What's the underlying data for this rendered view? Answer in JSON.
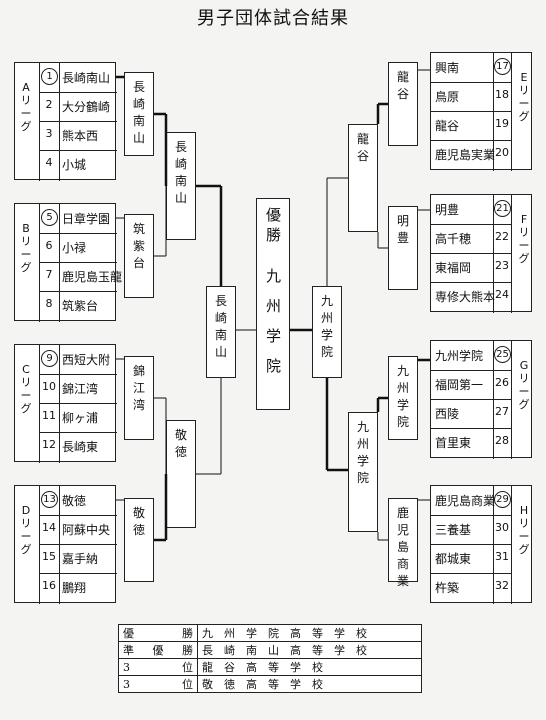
{
  "title": "男子団体試合結果",
  "leagues": [
    {
      "label": "Aリーグ",
      "teams": [
        {
          "n": "1",
          "name": "長崎南山",
          "win": true
        },
        {
          "n": "2",
          "name": "大分鶴崎"
        },
        {
          "n": "3",
          "name": "熊本西"
        },
        {
          "n": "4",
          "name": "小城"
        }
      ]
    },
    {
      "label": "Bリーグ",
      "teams": [
        {
          "n": "5",
          "name": "日章学園",
          "win": true
        },
        {
          "n": "6",
          "name": "小禄"
        },
        {
          "n": "7",
          "name": "鹿児島玉龍"
        },
        {
          "n": "8",
          "name": "筑紫台"
        }
      ]
    },
    {
      "label": "Cリーグ",
      "teams": [
        {
          "n": "9",
          "name": "西短大附",
          "win": true
        },
        {
          "n": "10",
          "name": "錦江湾"
        },
        {
          "n": "11",
          "name": "柳ヶ浦"
        },
        {
          "n": "12",
          "name": "長崎東"
        }
      ]
    },
    {
      "label": "Dリーグ",
      "teams": [
        {
          "n": "13",
          "name": "敬徳",
          "win": true
        },
        {
          "n": "14",
          "name": "阿蘇中央"
        },
        {
          "n": "15",
          "name": "嘉手納"
        },
        {
          "n": "16",
          "name": "鵬翔"
        }
      ]
    },
    {
      "label": "Eリーグ",
      "teams": [
        {
          "n": "17",
          "name": "興南",
          "win": true
        },
        {
          "n": "18",
          "name": "鳥原"
        },
        {
          "n": "19",
          "name": "龍谷"
        },
        {
          "n": "20",
          "name": "鹿児島実業"
        }
      ]
    },
    {
      "label": "Fリーグ",
      "teams": [
        {
          "n": "21",
          "name": "明豊",
          "win": true
        },
        {
          "n": "22",
          "name": "高千穂"
        },
        {
          "n": "23",
          "name": "東福岡"
        },
        {
          "n": "24",
          "name": "専修大熊本"
        }
      ]
    },
    {
      "label": "Gリーグ",
      "teams": [
        {
          "n": "25",
          "name": "九州学院",
          "win": true
        },
        {
          "n": "26",
          "name": "福岡第一"
        },
        {
          "n": "27",
          "name": "西陵"
        },
        {
          "n": "28",
          "name": "首里東"
        }
      ]
    },
    {
      "label": "Hリーグ",
      "teams": [
        {
          "n": "29",
          "name": "鹿児島商業",
          "win": true
        },
        {
          "n": "30",
          "name": "三養基"
        },
        {
          "n": "31",
          "name": "都城東"
        },
        {
          "n": "32",
          "name": "杵築"
        }
      ]
    }
  ],
  "bracket": {
    "r1": [
      "長崎南山",
      "筑紫台",
      "錦江湾",
      "敬徳",
      "龍谷",
      "明豊",
      "九州学院",
      "鹿児島商業"
    ],
    "r2": [
      "長崎南山",
      "敬徳",
      "龍谷",
      "九州学院"
    ],
    "r3": [
      "長崎南山",
      "九州学院"
    ],
    "champion_label": "優勝",
    "champion": "九州学院"
  },
  "results": [
    {
      "rank": "優勝",
      "school": "九州学院高等学校"
    },
    {
      "rank": "準優勝",
      "school": "長崎南山高等学校"
    },
    {
      "rank": "3位",
      "school": "龍谷高等学校"
    },
    {
      "rank": "3位",
      "school": "敬徳高等学校"
    }
  ]
}
